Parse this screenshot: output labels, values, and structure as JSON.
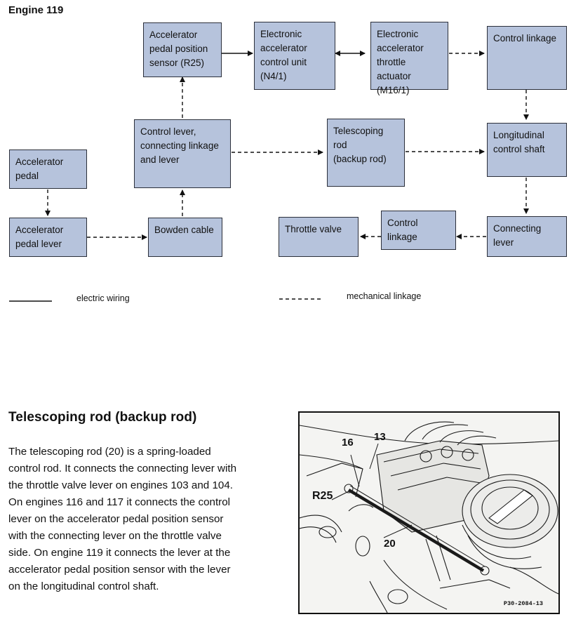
{
  "title": "Engine 119",
  "diagram": {
    "boxes": {
      "pedal_position_sensor": [
        "Accelerator",
        "pedal position",
        "sensor (R25)"
      ],
      "control_unit": [
        "Electronic",
        "accelerator",
        "control unit",
        "(N4/1)"
      ],
      "throttle_actuator": [
        "Electronic",
        "accelerator",
        "throttle actuator",
        "(M16/1)"
      ],
      "control_linkage_top": [
        "Control linkage"
      ],
      "control_lever": [
        "Control lever,",
        "connecting linkage",
        "and lever"
      ],
      "telescoping_rod": [
        "Telescoping",
        "rod",
        "(backup rod)"
      ],
      "longitudinal_shaft": [
        "Longitudinal",
        "control shaft"
      ],
      "accelerator_pedal": [
        "Accelerator",
        "pedal"
      ],
      "accelerator_pedal_lever": [
        "Accelerator",
        "pedal lever"
      ],
      "bowden_cable": [
        "Bowden cable"
      ],
      "throttle_valve": [
        "Throttle valve"
      ],
      "control_linkage_bottom": [
        "Control linkage"
      ],
      "connecting_lever": [
        "Connecting",
        "lever"
      ]
    },
    "legend": {
      "electric": "electric wiring",
      "mechanical": "mechanical linkage"
    }
  },
  "section": {
    "heading": "Telescoping rod (backup rod)",
    "lines": [
      "The telescoping rod (20) is a spring-loaded",
      "control rod. It connects the connecting lever with",
      "the throttle valve lever on engines 103 and 104.",
      "On engines 116 and 117 it connects the control",
      "lever on the accelerator pedal position sensor",
      "with the connecting lever on the throttle valve",
      "side. On engine 119 it connects the lever at the",
      "accelerator pedal position sensor with the lever",
      "on the longitudinal control shaft."
    ]
  },
  "photo": {
    "labels": {
      "label_16": "16",
      "label_13": "13",
      "label_r25": "R25",
      "label_20": "20"
    },
    "code": "P30-2084-13"
  }
}
